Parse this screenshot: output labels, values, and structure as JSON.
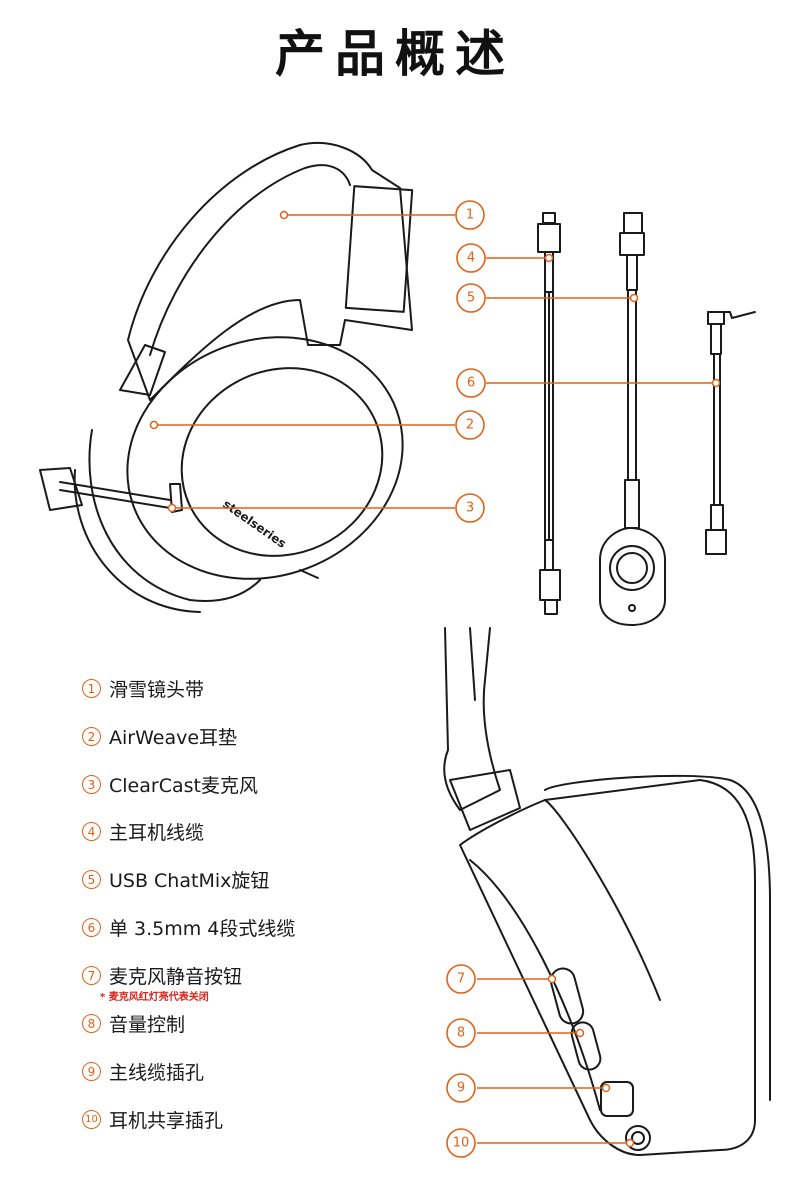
{
  "title": "产品概述",
  "callouts": [
    "1",
    "2",
    "3",
    "4",
    "5",
    "6",
    "7",
    "8",
    "9",
    "10"
  ],
  "legend": [
    {
      "num": "1",
      "label": "滑雪镜头带"
    },
    {
      "num": "2",
      "label": "AirWeave耳垫"
    },
    {
      "num": "3",
      "label": "ClearCast麦克风"
    },
    {
      "num": "4",
      "label": "主耳机线缆"
    },
    {
      "num": "5",
      "label": "USB ChatMix旋钮"
    },
    {
      "num": "6",
      "label": "单 3.5mm 4段式线缆"
    },
    {
      "num": "7",
      "label": "麦克风静音按钮"
    },
    {
      "num": "8",
      "label": "音量控制"
    },
    {
      "num": "9",
      "label": "主线缆插孔"
    },
    {
      "num": "10",
      "label": "耳机共享插孔"
    }
  ],
  "note": "* 麦克风红灯亮代表关闭",
  "brand_text": "steelseries",
  "colors": {
    "accent": "#e0621a",
    "note": "#e0211a",
    "line": "#1a1a1a"
  }
}
